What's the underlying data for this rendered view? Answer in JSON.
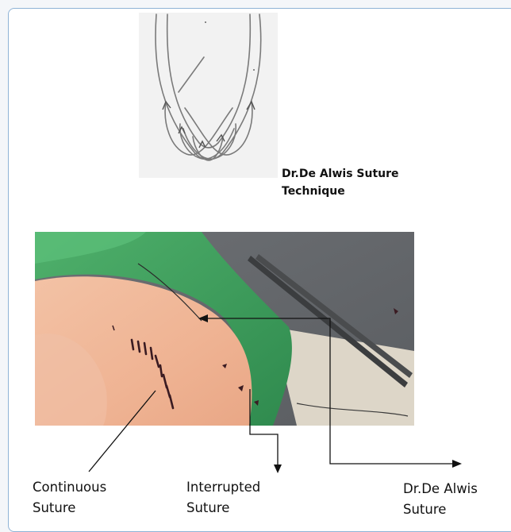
{
  "figure": {
    "sketch_caption": [
      "Dr.De Alwis Suture",
      "Technique"
    ],
    "labels": {
      "continuous": [
        "Continuous",
        "Suture"
      ],
      "interrupted": [
        "Interrupted",
        "Suture"
      ],
      "dealwis": [
        "Dr.De Alwis",
        "Suture"
      ]
    }
  },
  "colors": {
    "frame_border": "#8fb3d6",
    "drape_green": "#3f9e5d",
    "tissue": "#efb393",
    "stitch": "#3a1b22"
  }
}
